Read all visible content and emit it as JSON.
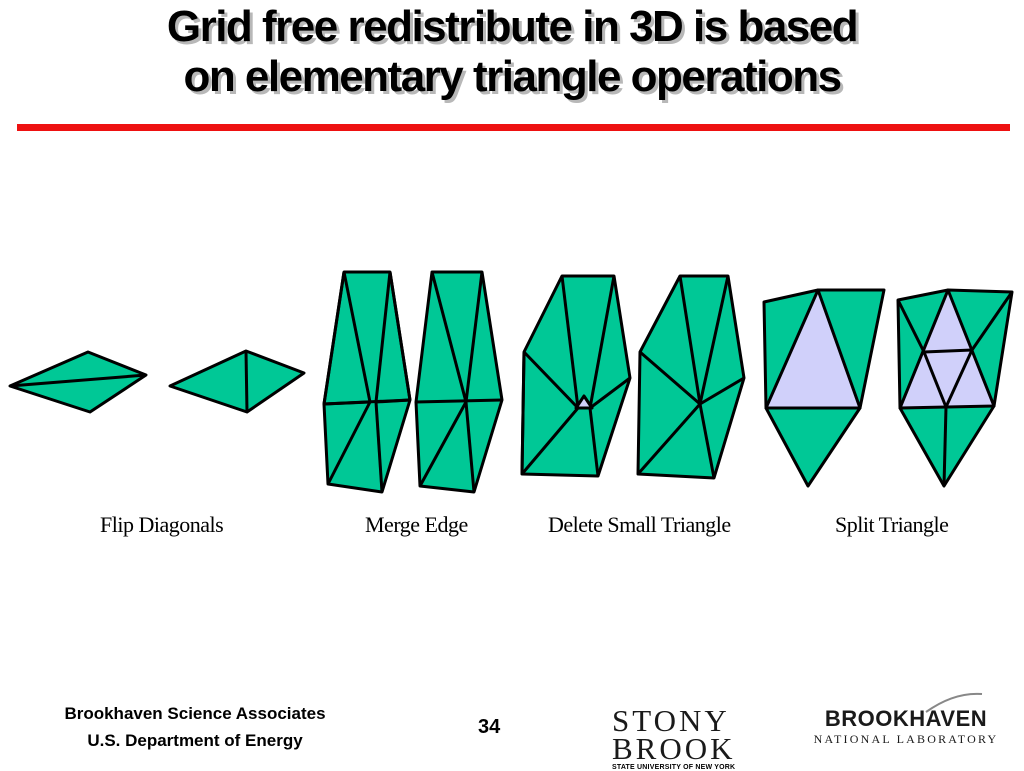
{
  "slide": {
    "title_line1": "Grid free redistribute in 3D is based",
    "title_line2": "on elementary triangle operations",
    "accent_color": "#ee1111"
  },
  "figure": {
    "mesh_color": "#00c896",
    "highlight_color": "#d0d0fa",
    "captions": {
      "flip": "Flip Diagonals",
      "merge": "Merge Edge",
      "delete": "Delete Small Triangle",
      "split": "Split Triangle"
    }
  },
  "footer": {
    "org_line1": "Brookhaven Science Associates",
    "org_line2": "U.S. Department of Energy",
    "page_number": "34"
  },
  "logos": {
    "stony_brook_line1": "STONY",
    "stony_brook_line2": "BROOK",
    "stony_brook_sub": "STATE UNIVERSITY OF NEW YORK",
    "bnl_name": "BROOKHAVEN",
    "bnl_sub": "NATIONAL LABORATORY"
  }
}
